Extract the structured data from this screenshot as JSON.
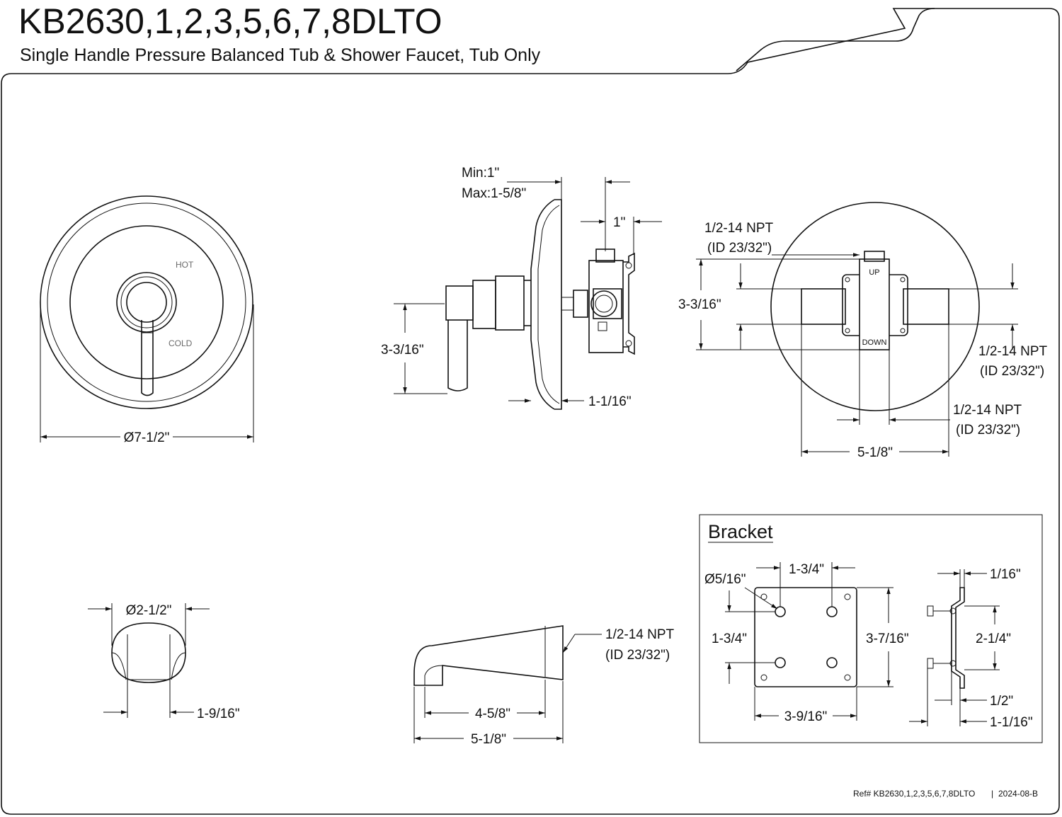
{
  "header": {
    "title": "KB2630,1,2,3,5,6,7,8DLTO",
    "subtitle": "Single Handle Pressure Balanced Tub & Shower Faucet, Tub Only"
  },
  "front_view": {
    "hot_label": "HOT",
    "cold_label": "COLD",
    "diameter_label": "Ø7-1/2\""
  },
  "side_view": {
    "min_label": "Min:1\"",
    "max_label": "Max:1-5/8\"",
    "depth_label": "1\"",
    "height_label": "3-3/16\"",
    "plate_label": "1-1/16\""
  },
  "rear_view": {
    "top_npt": "1/2-14 NPT",
    "top_id": "(ID 23/32\")",
    "height_label": "3-3/16\"",
    "up_label": "UP",
    "down_label": "DOWN",
    "right_npt": "1/2-14 NPT",
    "right_id": "(ID 23/32\")",
    "bottom_npt": "1/2-14 NPT",
    "bottom_id": "(ID 23/32\")",
    "width_label": "5-1/8\""
  },
  "spout_front": {
    "diameter_label": "Ø2-1/2\"",
    "width_label": "1-9/16\""
  },
  "spout_side": {
    "npt": "1/2-14 NPT",
    "id": "(ID 23/32\")",
    "inner_label": "4-5/8\"",
    "outer_label": "5-1/8\""
  },
  "bracket": {
    "title": "Bracket",
    "hole_label": "Ø5/16\"",
    "top_spacing": "1-3/4\"",
    "left_spacing": "1-3/4\"",
    "height_label": "3-7/16\"",
    "width_label": "3-9/16\"",
    "thickness_label": "1/16\"",
    "stud_spacing": "2-1/4\"",
    "offset_label": "1/2\"",
    "depth_label": "1-1/16\""
  },
  "footer": {
    "ref": "Ref# KB2630,1,2,3,5,6,7,8DLTO",
    "separator": "|",
    "revision": "2024-08-B"
  }
}
